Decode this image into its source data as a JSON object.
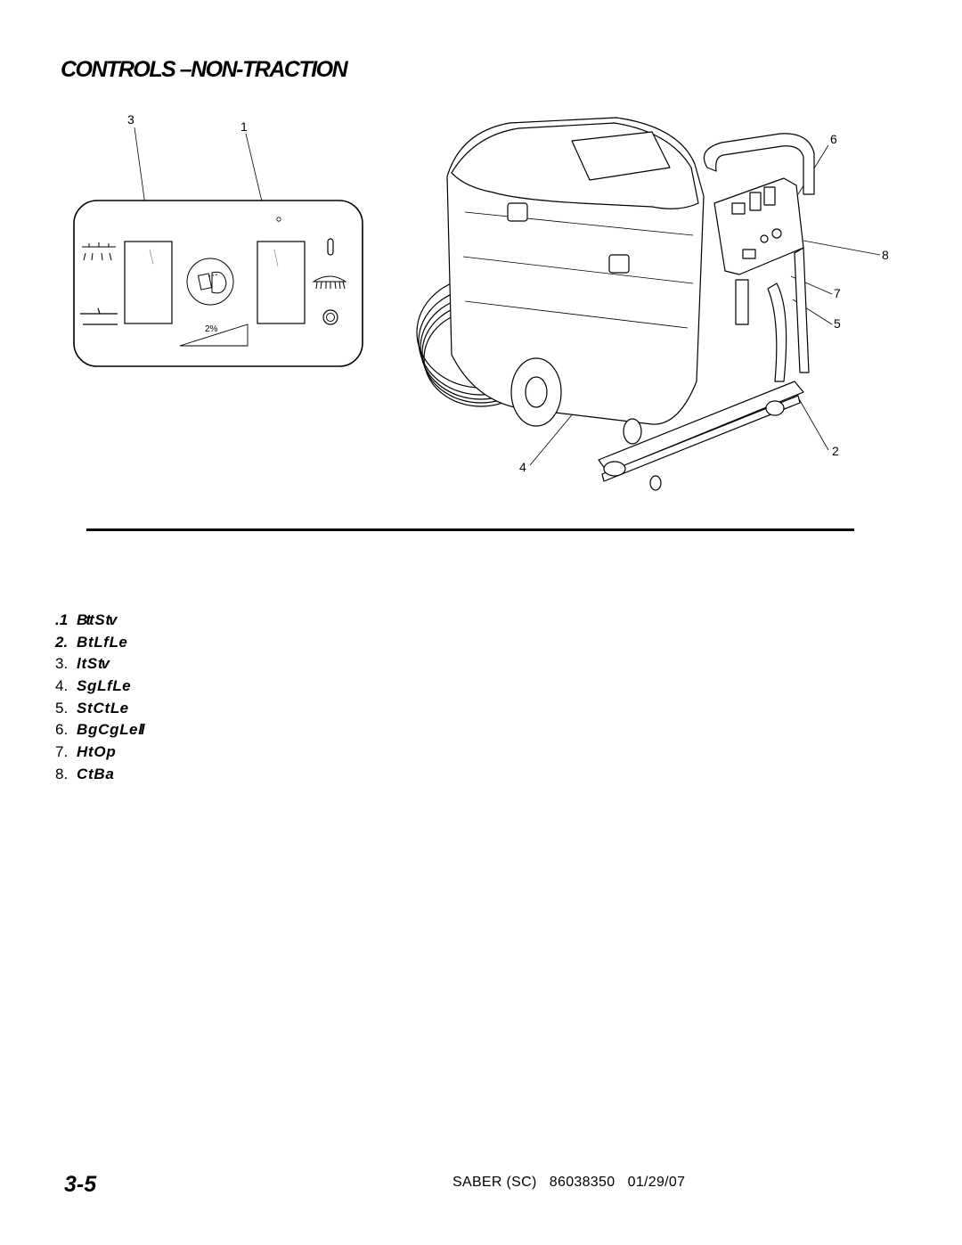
{
  "page": {
    "title": "CONTROLS –NON-TRACTION",
    "page_number": "3-5",
    "footer": "SABER (SC)   86038350   01/29/07"
  },
  "figure": {
    "callouts": [
      "3",
      "1",
      "6",
      "8",
      "7",
      "5",
      "2",
      "4"
    ],
    "panel_slope_label": "2%"
  },
  "legend": [
    {
      "num": ".1",
      "text": "Btt S tv"
    },
    {
      "num": "2.",
      "text": "B t L f L e"
    },
    {
      "num": "3.",
      "text": "l t S tv"
    },
    {
      "num": "4.",
      "text": "S g L f L e"
    },
    {
      "num": "5.",
      "text": "S t C t L e"
    },
    {
      "num": "6.",
      "text": "B g C g L e ll"
    },
    {
      "num": "7.",
      "text": "H t O p"
    },
    {
      "num": "8.",
      "text": "C t B a"
    }
  ]
}
